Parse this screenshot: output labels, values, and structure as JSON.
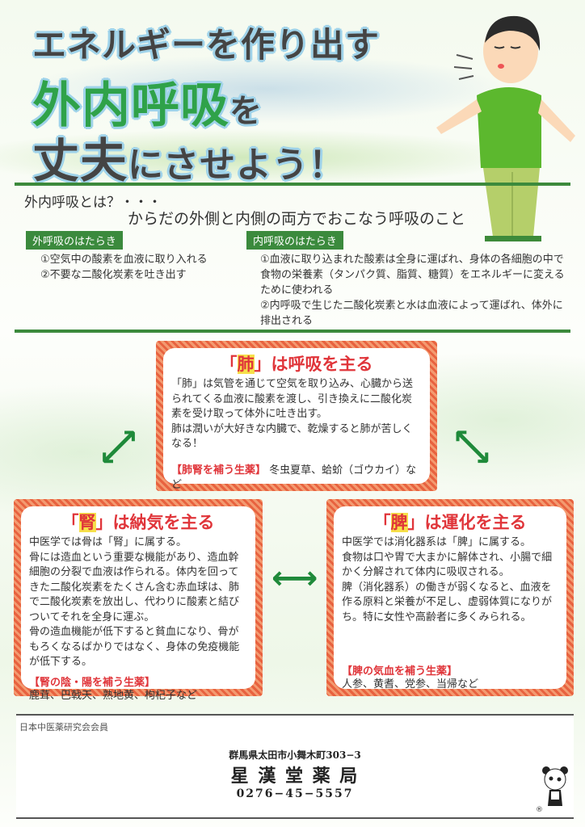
{
  "title": {
    "line1": "エネルギーを作り出す",
    "line2_main": "外内呼吸",
    "line2_tail": "を",
    "line3_main": "丈夫",
    "line3_tail": "にさせよう！"
  },
  "intro": {
    "question": "外内呼吸とは？・・・",
    "answer": "からだの外側と内側の両方でおこなう呼吸のこと"
  },
  "outer": {
    "label": "外呼吸のはたらき",
    "items": [
      "①空気中の酸素を血液に取り入れる",
      "②不要な二酸化炭素を吐き出す"
    ]
  },
  "inner": {
    "label": "内呼吸のはたらき",
    "items": [
      "①血液に取り込まれた酸素は全身に運ばれ、身体の各細胞の中で食物の栄養素（タンパク質、脂質、糖質）をエネルギーに変えるために使われる",
      "②内呼吸で生じた二酸化炭素と水は血液によって運ばれ、体外に排出される"
    ]
  },
  "lung": {
    "open": "「",
    "kanji": "肺",
    "close": "」",
    "head": "は呼吸を主る",
    "body": "「肺」は気管を通じて空気を取り込み、心臓から送られてくる血液に酸素を渡し、引き換えに二酸化炭素を受け取って体外に吐き出す。",
    "body2": "肺は潤いが大好きな内臓で、乾燥すると肺が苦しくなる！",
    "herb_label": "【肺腎を補う生薬】",
    "herbs": "冬虫夏草、蛤蚧（ゴウカイ）など"
  },
  "kidney": {
    "open": "「",
    "kanji": "腎",
    "close": "」",
    "head": "は納気を主る",
    "body": "中医学では骨は「腎」に属する。",
    "body2": "骨には造血という重要な機能があり、造血幹細胞の分裂で血液は作られる。体内を回ってきた二酸化炭素をたくさん含む赤血球は、肺で二酸化炭素を放出し、代わりに酸素と結びついてそれを全身に運ぶ。",
    "body3": "骨の造血機能が低下すると貧血になり、骨がもろくなるばかりではなく、身体の免疫機能が低下する。",
    "herb_label": "【腎の陰・陽を補う生薬】",
    "herbs": "鹿茸、巴戟天、熟地黄、枸杞子など"
  },
  "spleen": {
    "open": "「",
    "kanji": "脾",
    "close": "」",
    "head": "は運化を主る",
    "body": "中医学では消化器系は「脾」に属する。",
    "body2": "食物は口や胃で大まかに解体され、小腸で細かく分解されて体内に吸収される。",
    "body3": "脾（消化器系）の働きが弱くなると、血液を作る原料と栄養が不足し、虚弱体質になりがち。特に女性や高齢者に多くみられる。",
    "herb_label": "【脾の気血を補う生薬】",
    "herbs": "人参、黄耆、党参、当帰など"
  },
  "footer": {
    "member": "日本中医薬研究会会員",
    "address": "群馬県太田市小舞木町303−3",
    "shop": "星 漢 堂 薬 局",
    "phone": "0276−45−5557",
    "registered": "®"
  },
  "colors": {
    "green": "#3b8a3d",
    "red": "#e0353a",
    "border": "#e8623f"
  }
}
